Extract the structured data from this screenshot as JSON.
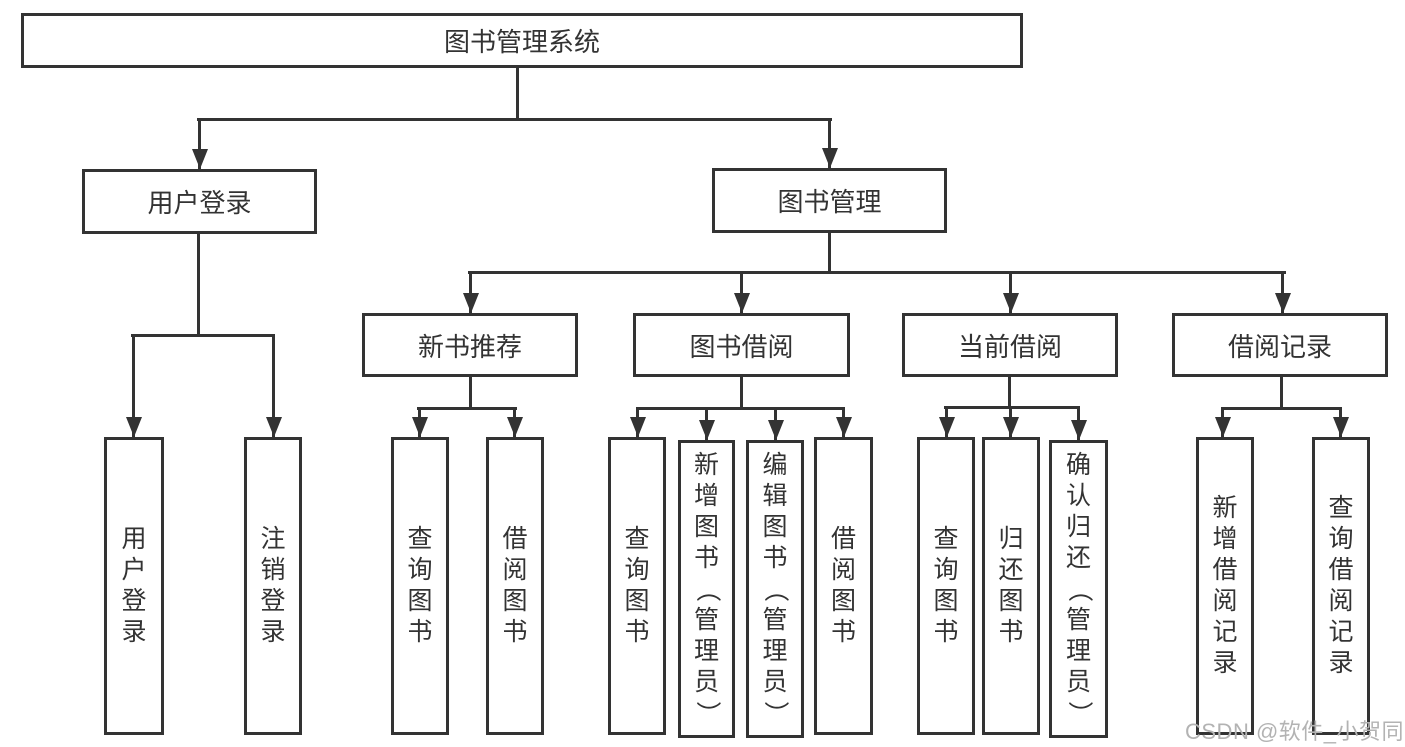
{
  "colors": {
    "line": "#333333",
    "text": "#333333",
    "background": "#ffffff",
    "watermark": "#b3b3b3"
  },
  "watermark": "CSDN @软件_小贺同学",
  "tree": {
    "root": {
      "label": "图书管理系统"
    },
    "branches": [
      {
        "label": "用户登录",
        "children": [
          {
            "label": "用户登录"
          },
          {
            "label": "注销登录"
          }
        ]
      },
      {
        "label": "图书管理",
        "children": [
          {
            "label": "新书推荐",
            "children": [
              {
                "label": "查询图书"
              },
              {
                "label": "借阅图书"
              }
            ]
          },
          {
            "label": "图书借阅",
            "children": [
              {
                "label": "查询图书"
              },
              {
                "label": "新增图书（管理员）"
              },
              {
                "label": "编辑图书（管理员）"
              },
              {
                "label": "借阅图书"
              }
            ]
          },
          {
            "label": "当前借阅",
            "children": [
              {
                "label": "查询图书"
              },
              {
                "label": "归还图书"
              },
              {
                "label": "确认归还（管理员）"
              }
            ]
          },
          {
            "label": "借阅记录",
            "children": [
              {
                "label": "新增借阅记录"
              },
              {
                "label": "查询借阅记录"
              }
            ]
          }
        ]
      }
    ]
  }
}
